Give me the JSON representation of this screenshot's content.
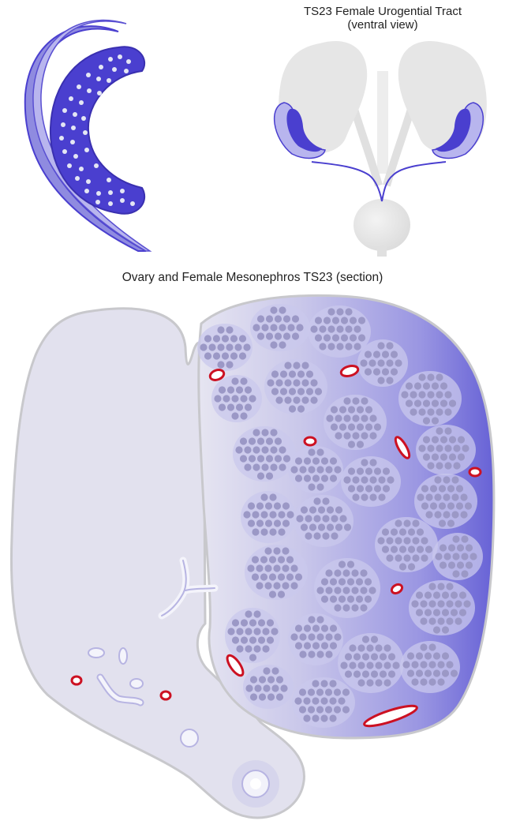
{
  "titles": {
    "urogenital_line1": "TS23 Female Urogential Tract",
    "urogenital_line2": "(ventral view)",
    "section": "Ovary and Female Mesonephros TS23 (section)"
  },
  "colors": {
    "mesonephros_fill": "#e2e1ee",
    "ovary_gradient_light": "#e8e7f2",
    "ovary_gradient_dark": "#6e6ad8",
    "follicle_dot": "#9b98c6",
    "vessel_red": "#cc1122",
    "ovary_detail_blue": "#4a3fcf",
    "organ_gray": "#e6e6e6"
  }
}
